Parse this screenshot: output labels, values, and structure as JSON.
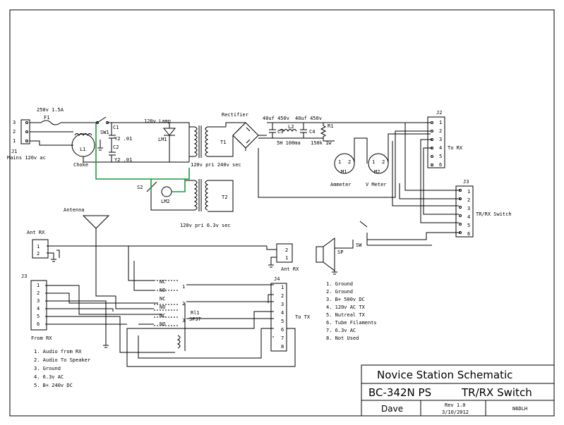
{
  "title_block": {
    "title": "Novice Station Schematic",
    "subtitle_left": "BC-342N PS",
    "subtitle_right": "TR/RX Switch",
    "author": "Dave",
    "rev": "Rev 1.0",
    "date": "3/10/2012",
    "callsign": "N6DLH"
  },
  "power": {
    "fuse": "250v 1.5A",
    "fuse_ref": "F1",
    "j1_ref": "J1",
    "j1_label": "Mains 120v ac",
    "choke_ref": "L1",
    "choke_label": "Choke",
    "sw_ref": "SW1",
    "c1_ref": "C1",
    "c2_ref": "C2",
    "c1_val": "Y2 .01",
    "c2_val": "Y2 .01",
    "lamp_label": "120v Lamp",
    "lamp_ref": "LM1",
    "t1_ref": "T1",
    "t1_label": "120v pri 240v sec",
    "t2_ref": "T2",
    "t2_label": "120v pri 6.3v sec",
    "s2_ref": "S2",
    "lm2_ref": "LM2",
    "rectifier": "Rectifier",
    "c3_val": "40uf 450v",
    "c4_val": "40uf 450v",
    "c3_ref": "C3",
    "c4_ref": "C4",
    "l2_ref": "L2",
    "l2_val": "5H 100ma",
    "r1_ref": "R1",
    "r1_val": "150k 1w",
    "m1_ref": "M1",
    "m2_ref": "M2",
    "m1_label": "Ammeter",
    "m2_label": "V Meter",
    "meter_pin1": "1",
    "meter_pin2": "2"
  },
  "j2": {
    "ref": "J2",
    "pins": [
      "1",
      "2",
      "3",
      "4",
      "5",
      "6"
    ],
    "label": "To RX"
  },
  "j3_right": {
    "ref": "J3",
    "pins": [
      "1",
      "2",
      "3",
      "4",
      "5",
      "6"
    ],
    "label": "TR/RX Switch"
  },
  "sp": {
    "ref": "SP",
    "sw_ref": "SW"
  },
  "antenna": {
    "label": "Antenna"
  },
  "ant_rx_left": {
    "label": "Ant RX",
    "pins": [
      "1",
      "2"
    ]
  },
  "ant_rx_right": {
    "label": "Ant RX",
    "pins": [
      "2",
      "1"
    ]
  },
  "j3_left": {
    "ref": "J3",
    "pins": [
      "1",
      "2",
      "3",
      "4",
      "5",
      "6"
    ],
    "label": "From RX"
  },
  "relay": {
    "ref": "Rl1",
    "type": "3P3T",
    "contacts": [
      "NC",
      "NO",
      "NC",
      "NO",
      "NC",
      "NO"
    ],
    "poles": [
      "1",
      "2",
      "3"
    ]
  },
  "j4": {
    "ref": "J4",
    "pins": [
      "1",
      "2",
      "3",
      "4",
      "5",
      "6",
      "7",
      "8"
    ],
    "label": "To TX"
  },
  "tx_list": [
    "1. Ground",
    "2. Ground",
    "3. B+ 500v DC",
    "4. 120v AC TX",
    "5. Nutreal TX",
    "6. Tube Filaments",
    "7. 6.3v AC",
    "8. Not Used"
  ],
  "rx_list": [
    "1. Audio from RX",
    "2. Audio To Speaker",
    "3. Ground",
    "4. 6.3v AC",
    "5. B+ 240v DC"
  ],
  "colors": {
    "ink": "#000000",
    "highlight": "#1a9a3a"
  }
}
